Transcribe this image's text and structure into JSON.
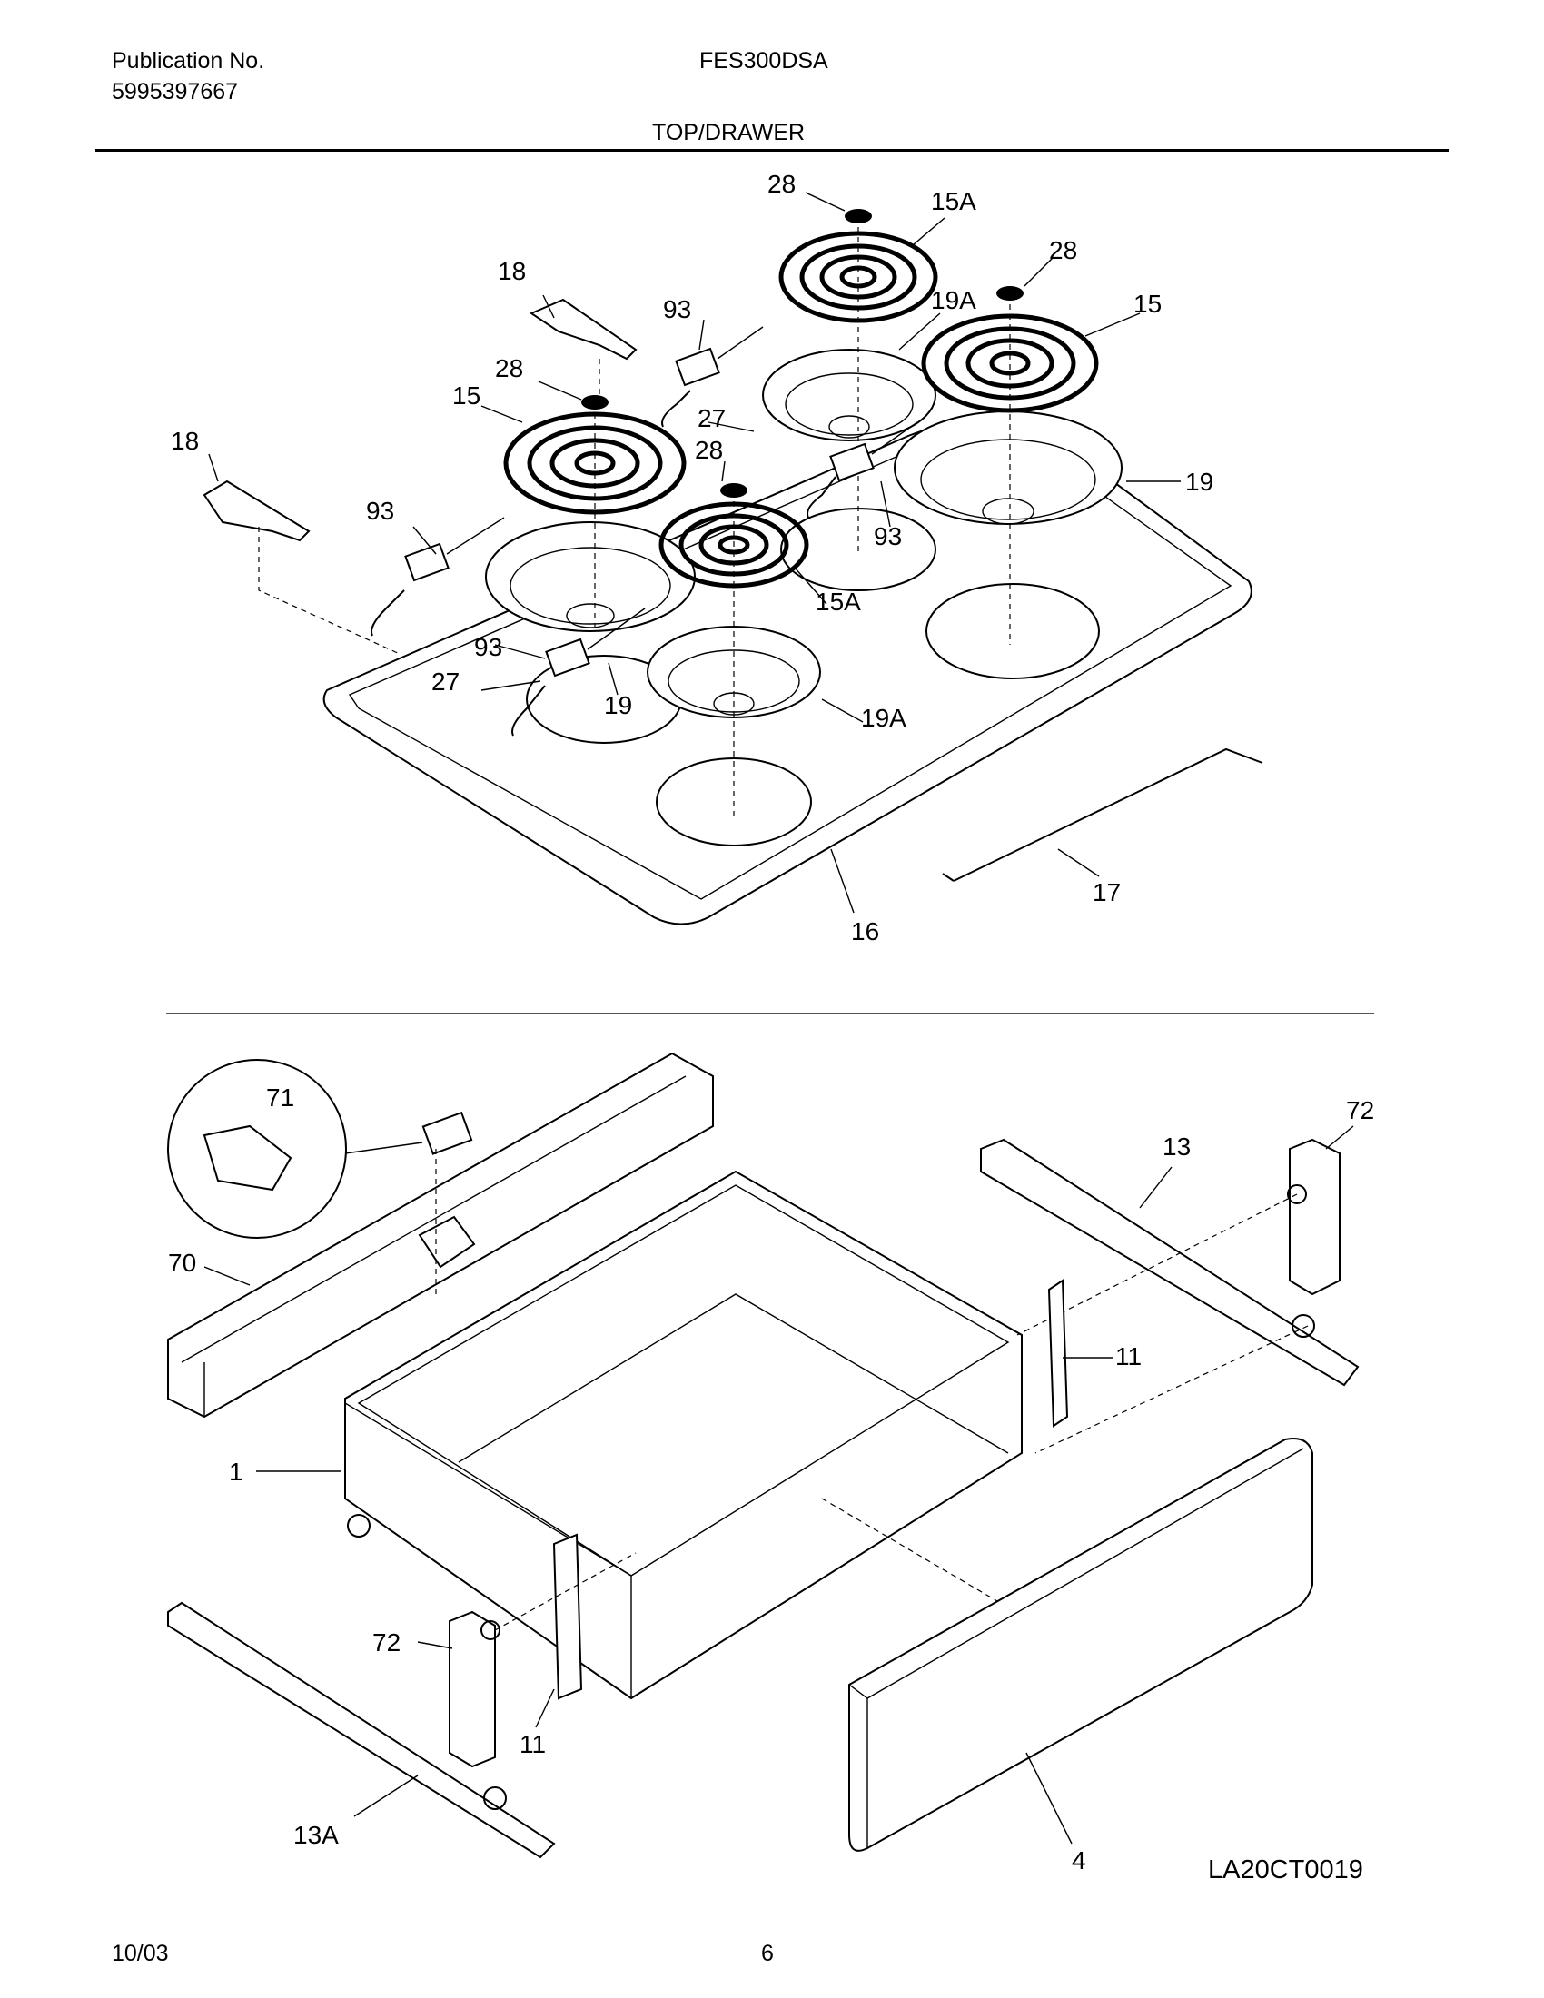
{
  "header": {
    "publication_label": "Publication No.",
    "publication_number": "5995397667",
    "model": "FES300DSA",
    "section_title": "TOP/DRAWER"
  },
  "footer": {
    "date": "10/03",
    "page_number": "6",
    "diagram_code": "LA20CT0019"
  },
  "callouts": {
    "c28a": "28",
    "c15a_top": "15A",
    "c28b": "28",
    "c18a": "18",
    "c93a": "93",
    "c19a_top": "19A",
    "c15_right": "15",
    "c28c": "28",
    "c15_left": "15",
    "c27a": "27",
    "c18b": "18",
    "c28d": "28",
    "c19_right": "19",
    "c93b": "93",
    "c93c": "93",
    "c15a_low": "15A",
    "c93d": "93",
    "c27b": "27",
    "c19_low": "19",
    "c19a_low": "19A",
    "c17": "17",
    "c16": "16",
    "c71": "71",
    "c72a": "72",
    "c13": "13",
    "c70": "70",
    "c11a": "11",
    "c1": "1",
    "c72b": "72",
    "c11b": "11",
    "c13a": "13A",
    "c4": "4"
  }
}
